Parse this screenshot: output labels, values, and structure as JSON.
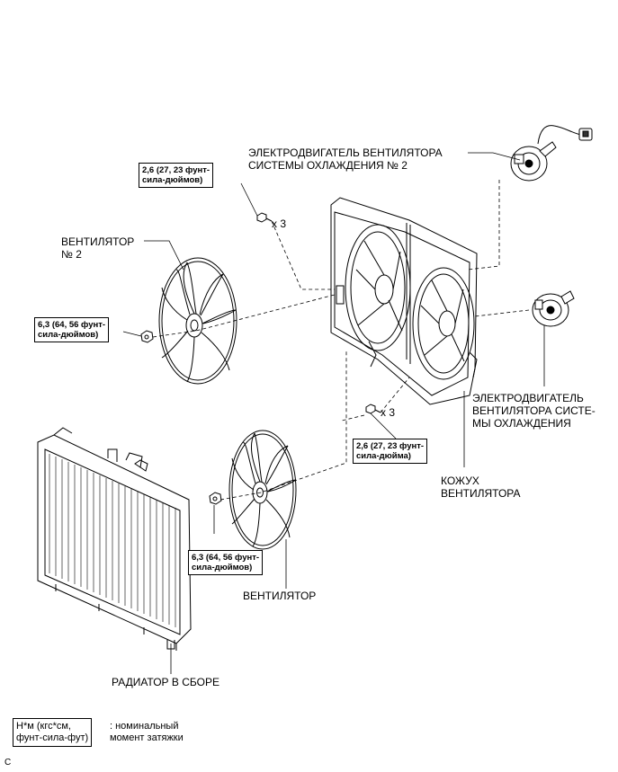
{
  "labels": {
    "fan_motor_2_line1": "ЭЛЕКТРОДВИГАТЕЛЬ ВЕНТИЛЯТОРА",
    "fan_motor_2_line2": "СИСТЕМЫ ОХЛАЖДЕНИЯ № 2",
    "fan_2_line1": "ВЕНТИЛЯТОР",
    "fan_2_line2": "№ 2",
    "fan_motor_line1": "ЭЛЕКТРОДВИГАТЕЛЬ",
    "fan_motor_line2": "ВЕНТИЛЯТОРА СИСТЕ-",
    "fan_motor_line3": "МЫ ОХЛАЖДЕНИЯ",
    "shroud_line1": "КОЖУХ",
    "shroud_line2": "ВЕНТИЛЯТОРА",
    "fan": "ВЕНТИЛЯТОР",
    "radiator": "РАДИАТОР В СБОРЕ"
  },
  "torques": {
    "top_line1": "2,6 (27, 23 фунт-",
    "top_line2": "сила-дюймов)",
    "fan2_line1": "6,3 (64, 56 фунт-",
    "fan2_line2": "сила-дюймов)",
    "mid_line1": "2,6 (27, 23 фунт-",
    "mid_line2": "сила-дюйма)",
    "fan_line1": "6,3 (64, 56 фунт-",
    "fan_line2": "сила-дюймов)"
  },
  "multipliers": {
    "top": "x 3",
    "mid": "x 3"
  },
  "legend": {
    "box_line1": "Н*м (кгс*см,",
    "box_line2": "фунт-сила-фут)",
    "desc_line1": ": номинальный",
    "desc_line2": "момент затяжки"
  },
  "footer_code": "C"
}
